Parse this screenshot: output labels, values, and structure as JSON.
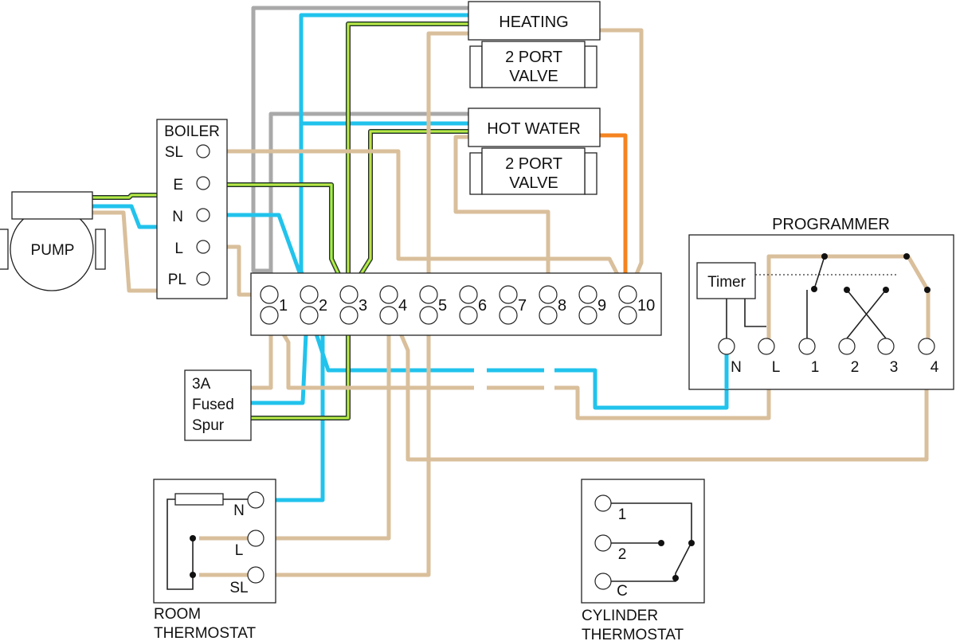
{
  "valves": {
    "heating": {
      "title": "HEATING",
      "body_line1": "2 PORT",
      "body_line2": "VALVE"
    },
    "hot_water": {
      "title": "HOT WATER",
      "body_line1": "2 PORT",
      "body_line2": "VALVE"
    }
  },
  "boiler": {
    "title": "BOILER",
    "terminals": [
      "SL",
      "E",
      "N",
      "L",
      "PL"
    ]
  },
  "pump": {
    "label": "PUMP"
  },
  "junction_box": {
    "terminals": [
      "1",
      "2",
      "3",
      "4",
      "5",
      "6",
      "7",
      "8",
      "9",
      "10"
    ]
  },
  "fused_spur": {
    "line1": "3A",
    "line2": "Fused",
    "line3": "Spur"
  },
  "programmer": {
    "title": "PROGRAMMER",
    "timer_label": "Timer",
    "terminals": [
      "N",
      "L",
      "1",
      "2",
      "3",
      "4"
    ]
  },
  "room_thermostat": {
    "title_line1": "ROOM",
    "title_line2": "THERMOSTAT",
    "terminals": [
      "N",
      "L",
      "SL"
    ]
  },
  "cylinder_thermostat": {
    "title_line1": "CYLINDER",
    "title_line2": "THERMOSTAT",
    "terminals": [
      "1",
      "2",
      "C"
    ]
  },
  "colors": {
    "live_brown": "#d9bf9b",
    "neutral_blue": "#21c3ec",
    "earth_green": "#7ad33c",
    "earth_yellow": "#e8f050",
    "grey": "#a9a9a9",
    "orange": "#f5841f"
  }
}
